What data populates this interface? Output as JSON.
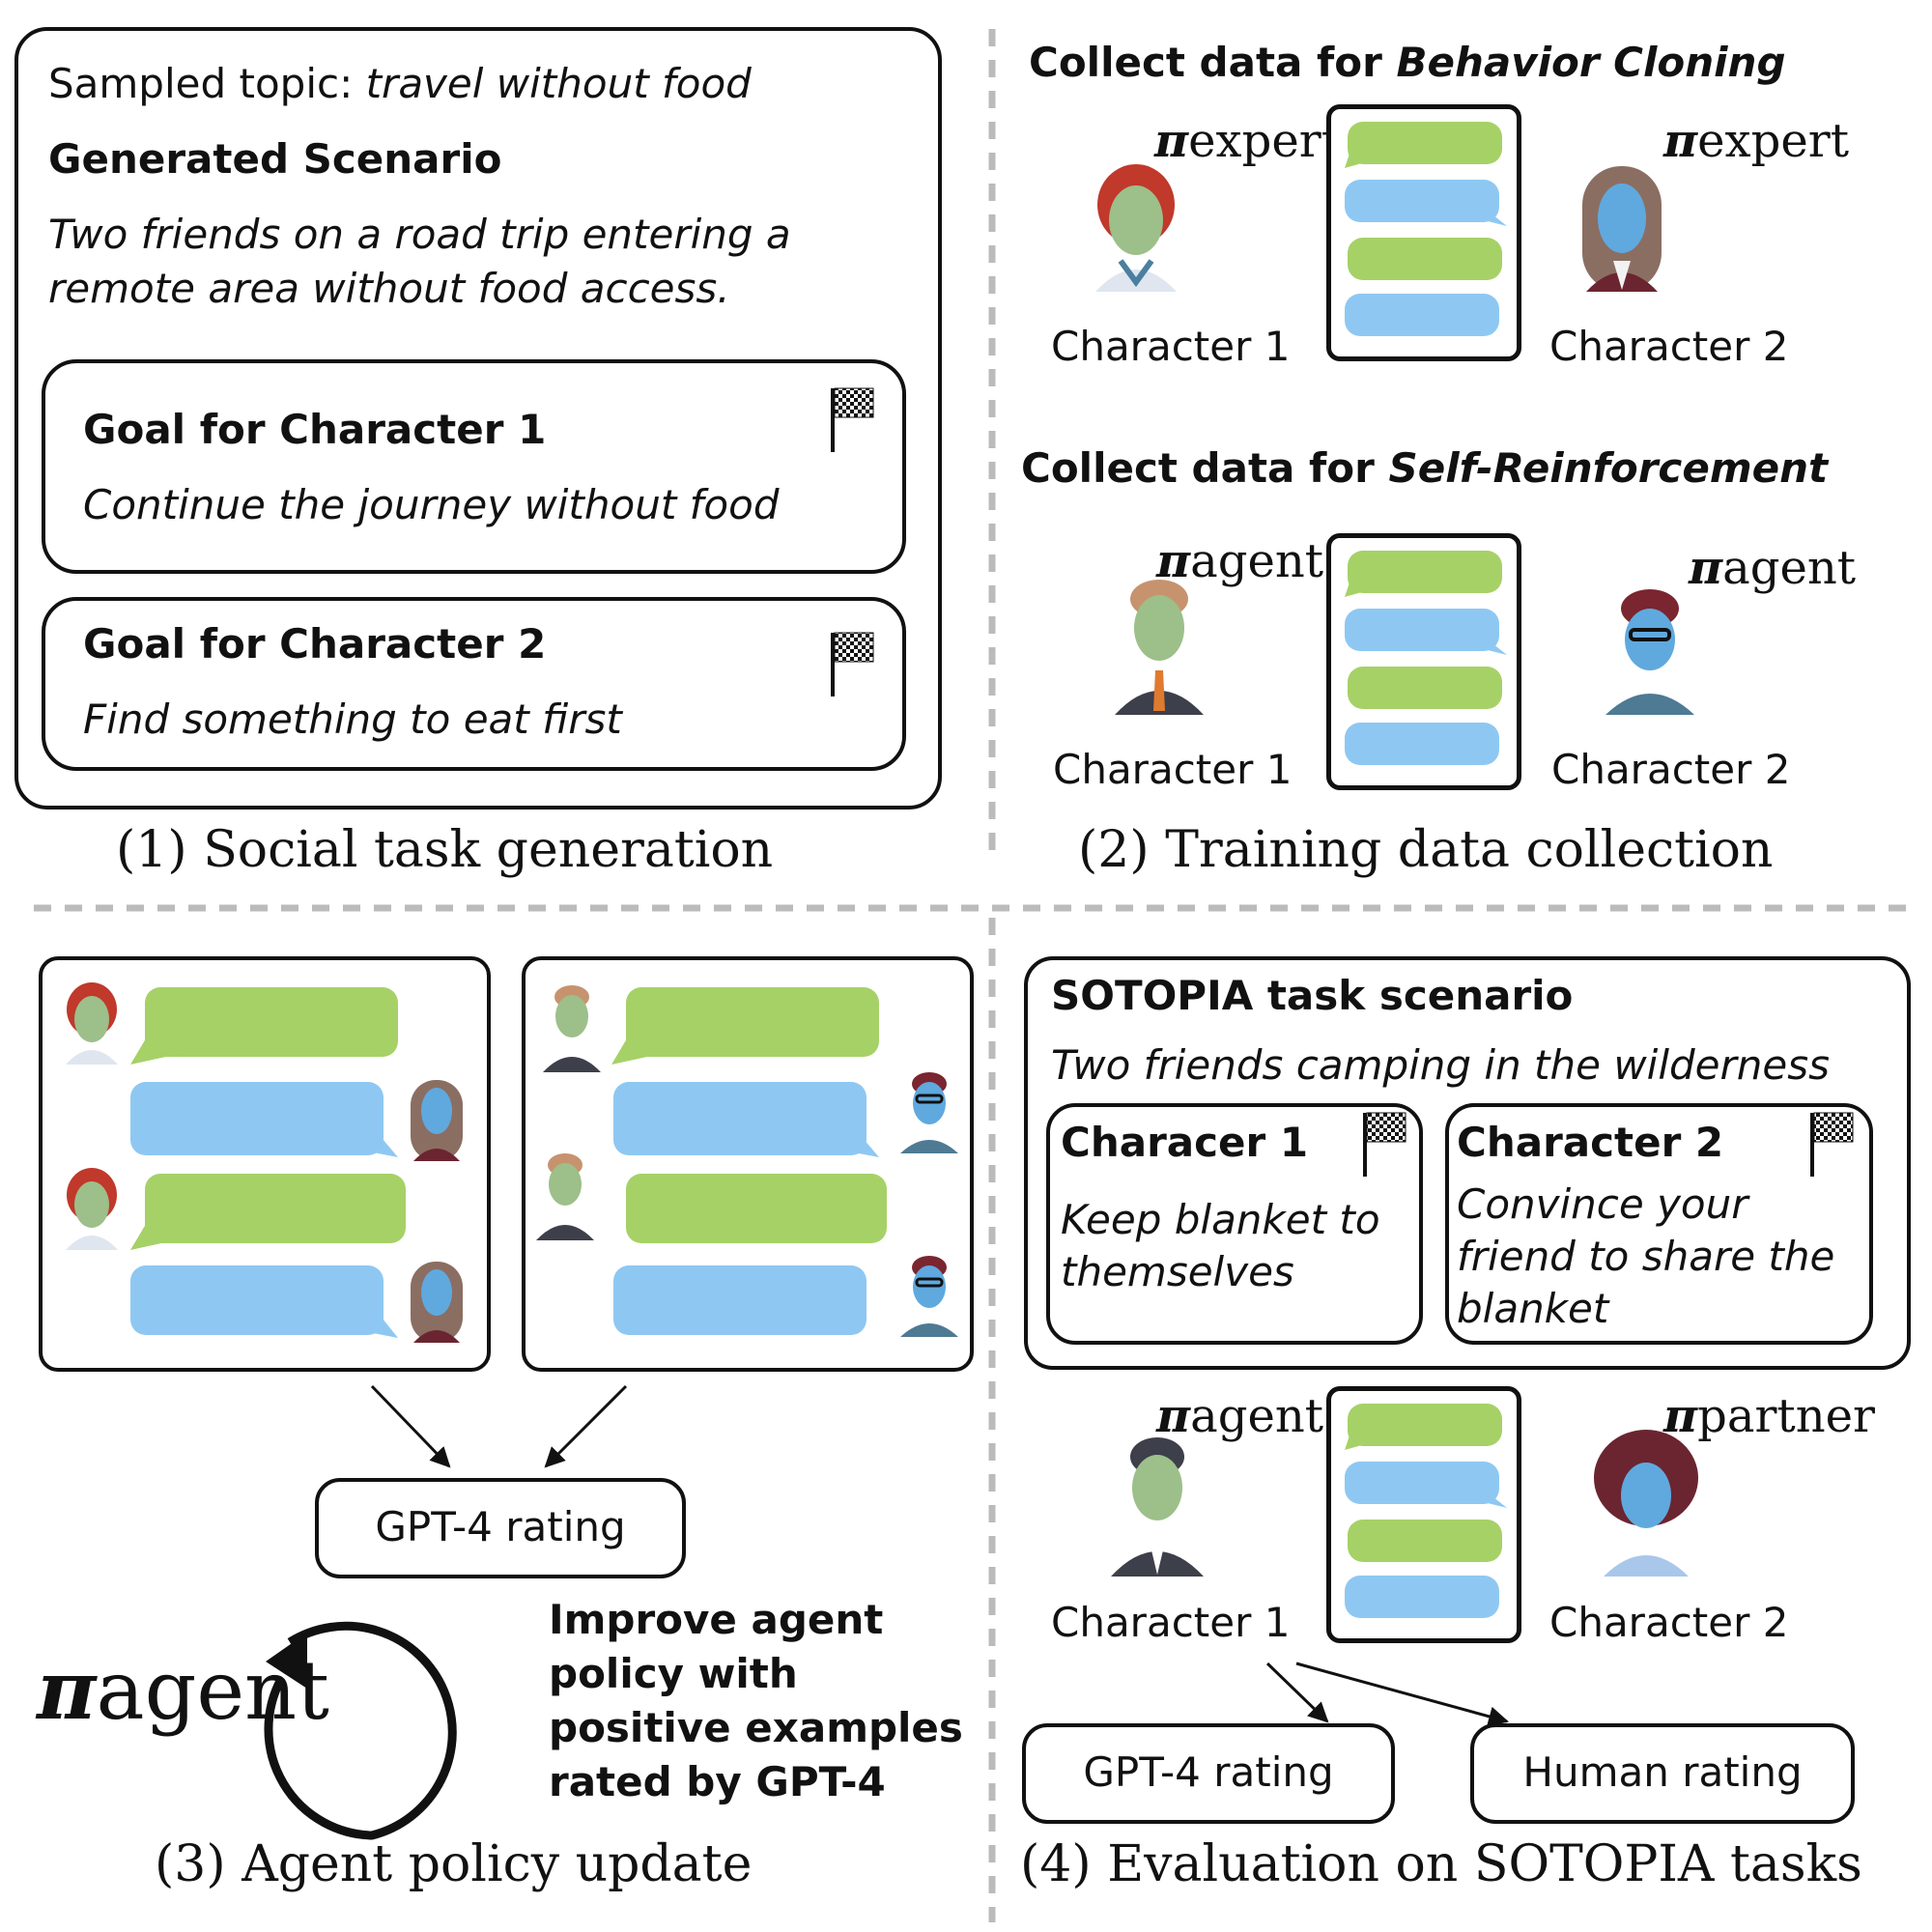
{
  "panel1": {
    "topic_prefix": "Sampled topic: ",
    "topic": "travel without food",
    "scenario_heading": "Generated Scenario",
    "scenario_line1": "Two friends on a road trip entering a",
    "scenario_line2": "remote area without food access.",
    "goal1_title": "Goal for Character 1",
    "goal1_text": "Continue the journey without food",
    "goal2_title": "Goal for Character 2",
    "goal2_text": "Find something to eat first",
    "caption": "(1) Social task generation"
  },
  "panel2": {
    "bc_prefix": "Collect data for ",
    "bc_method": "Behavior Cloning",
    "sr_prefix": "Collect data for ",
    "sr_method": "Self-Reinforcement",
    "pi_symbol": "π",
    "expert": "expert",
    "agent": "agent",
    "character1": "Character 1",
    "character2": "Character 2",
    "caption": "(2) Training data collection"
  },
  "panel3": {
    "rating": "GPT-4 rating",
    "pi_symbol": "π",
    "agent": "agent",
    "improve_line1": "Improve agent",
    "improve_line2": "policy with",
    "improve_line3": "positive examples",
    "improve_line4": "rated by GPT-4",
    "caption": "(3) Agent policy update"
  },
  "panel4": {
    "scenario_heading": "SOTOPIA task scenario",
    "scenario_text": "Two friends camping in the wilderness",
    "char1_title": "Characer 1",
    "char1_line1": "Keep blanket to",
    "char1_line2": "themselves",
    "char2_title": "Character 2",
    "char2_line1": "Convince your",
    "char2_line2": "friend to share the",
    "char2_line3": "blanket",
    "pi_symbol": "π",
    "agent": "agent",
    "partner": "partner",
    "character1": "Character 1",
    "character2": "Character 2",
    "gpt_rating": "GPT-4 rating",
    "human_rating": "Human rating",
    "caption": "(4) Evaluation on SOTOPIA tasks"
  },
  "colors": {
    "green_bubble": "#a6d167",
    "blue_bubble": "#8ec8f2",
    "divider": "#bbbbbb"
  }
}
